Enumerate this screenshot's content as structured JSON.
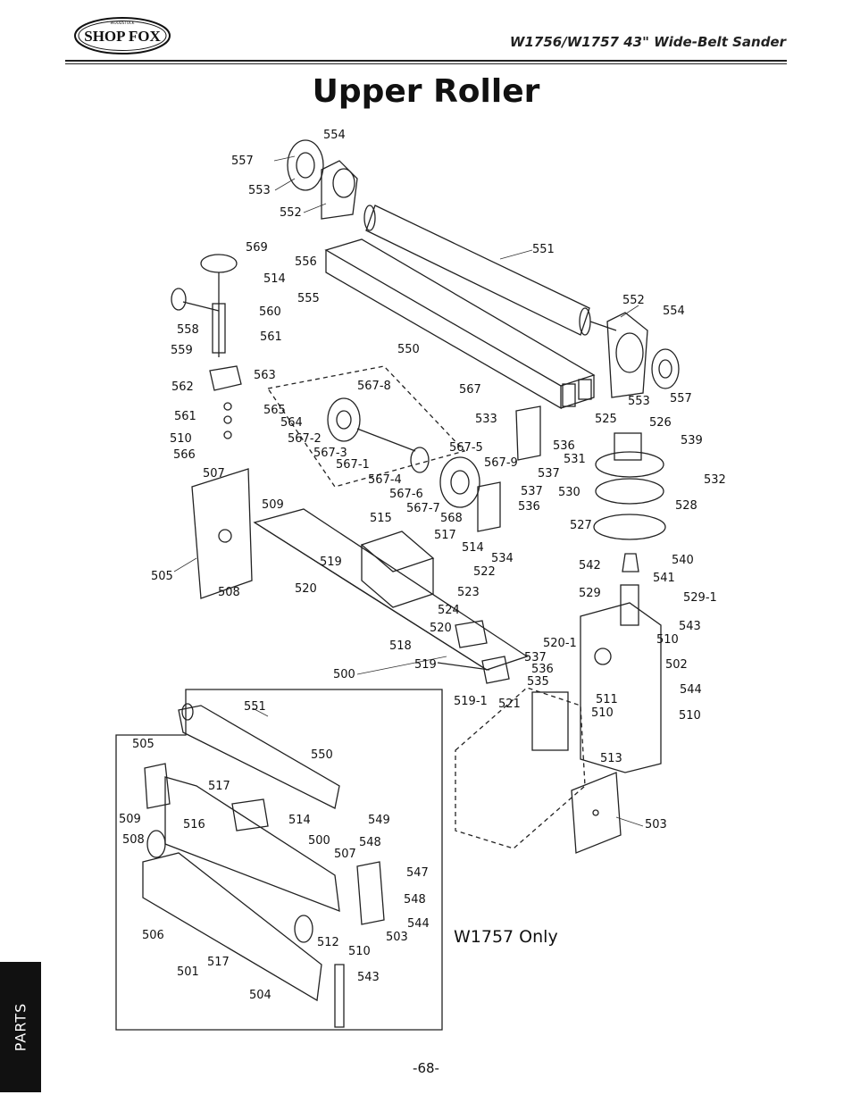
{
  "header": {
    "logo_text": "SHOP FOX",
    "logo_small_text": "WOODSTOCK",
    "model_title": "W1756/W1757 43\" Wide-Belt Sander"
  },
  "page_title": "Upper Roller",
  "inset_note": "W1757 Only",
  "side_tab": "PARTS",
  "page_number": "-68-",
  "part_labels": {
    "p554a": "554",
    "p557a": "557",
    "p553a": "553",
    "p552a": "552",
    "p551a": "551",
    "p569": "569",
    "p556": "556",
    "p514a": "514",
    "p555": "555",
    "p560": "560",
    "p558": "558",
    "p561a": "561",
    "p559": "559",
    "p550a": "550",
    "p552b": "552",
    "p554b": "554",
    "p562": "562",
    "p563": "563",
    "p567_8": "567-8",
    "p567": "567",
    "p553b": "553",
    "p557b": "557",
    "p561b": "561",
    "p565": "565",
    "p564": "564",
    "p533": "533",
    "p525": "525",
    "p526": "526",
    "p510a": "510",
    "p567_2": "567-2",
    "p566": "566",
    "p567_3": "567-3",
    "p567_5": "567-5",
    "p536a": "536",
    "p531": "531",
    "p539": "539",
    "p567_1": "567-1",
    "p567_9": "567-9",
    "p537a": "537",
    "p532": "532",
    "p507a": "507",
    "p567_4": "567-4",
    "p567_6": "567-6",
    "p537b": "537",
    "p530": "530",
    "p536b": "536",
    "p528": "528",
    "p509a": "509",
    "p567_7": "567-7",
    "p568": "568",
    "p515": "515",
    "p527": "527",
    "p517a": "517",
    "p540": "540",
    "p514b": "514",
    "p534": "534",
    "p542": "542",
    "p541": "541",
    "p522": "522",
    "p519a": "519",
    "p505a": "505",
    "p508a": "508",
    "p520a": "520",
    "p529": "529",
    "p529_1": "529-1",
    "p523": "523",
    "p524": "524",
    "p543a": "543",
    "p520b": "520",
    "p510b": "510",
    "p518": "518",
    "p520_1": "520-1",
    "p537c": "537",
    "p502": "502",
    "p519b": "519",
    "p536c": "536",
    "p500a": "500",
    "p535": "535",
    "p544a": "544",
    "p511": "511",
    "p519_1": "519-1",
    "p521": "521",
    "p510c": "510",
    "p510d": "510",
    "p551b": "551",
    "p505b": "505",
    "p550b": "550",
    "p513": "513",
    "p517b": "517",
    "p503a": "503",
    "p509b": "509",
    "p516": "516",
    "p514c": "514",
    "p549": "549",
    "p508b": "508",
    "p500b": "500",
    "p548a": "548",
    "p507b": "507",
    "p547": "547",
    "p548b": "548",
    "p544b": "544",
    "p506": "506",
    "p503b": "503",
    "p512": "512",
    "p510e": "510",
    "p517c": "517",
    "p501": "501",
    "p543b": "543",
    "p504": "504"
  }
}
